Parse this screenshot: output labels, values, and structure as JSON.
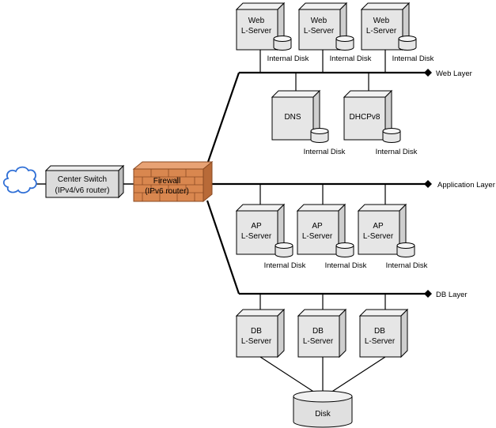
{
  "web_servers": [
    {
      "line1": "Web",
      "line2": "L-Server",
      "disk_label": "Internal Disk"
    },
    {
      "line1": "Web",
      "line2": "L-Server",
      "disk_label": "Internal Disk"
    },
    {
      "line1": "Web",
      "line2": "L-Server",
      "disk_label": "Internal Disk"
    }
  ],
  "web_services": [
    {
      "label": "DNS",
      "disk_label": "Internal Disk"
    },
    {
      "label": "DHCPv8",
      "disk_label": "Internal Disk"
    }
  ],
  "ap_servers": [
    {
      "line1": "AP",
      "line2": "L-Server",
      "disk_label": "Internal Disk"
    },
    {
      "line1": "AP",
      "line2": "L-Server",
      "disk_label": "Internal Disk"
    },
    {
      "line1": "AP",
      "line2": "L-Server",
      "disk_label": "Internal Disk"
    }
  ],
  "db_servers": [
    {
      "line1": "DB",
      "line2": "L-Server"
    },
    {
      "line1": "DB",
      "line2": "L-Server"
    },
    {
      "line1": "DB",
      "line2": "L-Server"
    }
  ],
  "layers": {
    "web": "Web Layer",
    "application": "Application Layer",
    "db": "DB Layer"
  },
  "center_switch": {
    "line1": "Center Switch",
    "line2": "(IPv4/v6 router)"
  },
  "firewall": {
    "line1": "Firewall",
    "line2": "(IPv6 router)"
  },
  "shared_disk": {
    "label": "Disk"
  },
  "colors": {
    "server_front": "#e6e6e6",
    "server_side": "#cfcfcf",
    "server_top": "#f2f2f2",
    "brick": "#d9874f",
    "brick_mortar": "#8a4a22",
    "cloud": "#2f6fd6",
    "line": "#000000"
  }
}
